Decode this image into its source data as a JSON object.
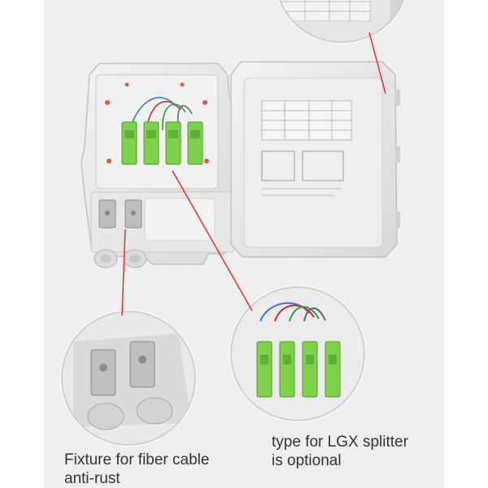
{
  "captions": {
    "fixture": {
      "line1": "Fixture for fiber cable",
      "line2": "anti-rust"
    },
    "splitter": {
      "line1": "type for LGX splitter",
      "line2": "is optional"
    }
  },
  "colors": {
    "callout_line": "#e03030",
    "adapter_green": "#7fd04a",
    "enclosure_gray": "#e9e9e9",
    "background_panel": "#efefef"
  },
  "icons": {
    "adapters": "sc-apc-adapter",
    "clamps": "cable-fixture-clamp",
    "glands": "cable-gland"
  }
}
